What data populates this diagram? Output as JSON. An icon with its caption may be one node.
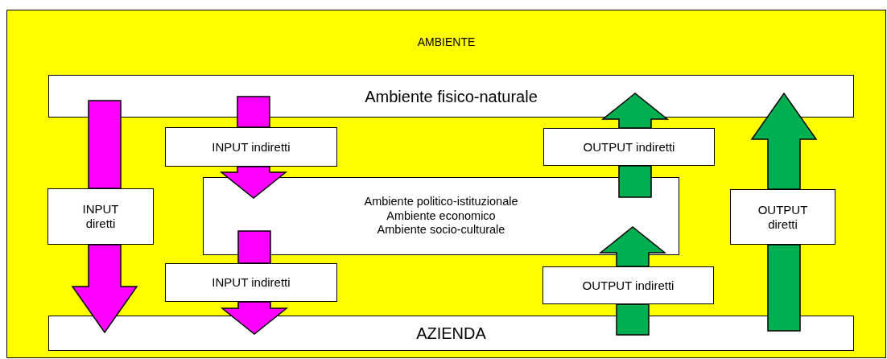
{
  "diagram": {
    "nodes": [
      {
        "text": [
          "AMBIENTE"
        ]
      },
      {
        "text": [
          "Ambiente fisico-naturale"
        ],
        "in": 0
      },
      {
        "text": [
          "INPUT indiretti"
        ],
        "in": 0
      },
      {
        "text": [
          "OUTPUT indiretti"
        ],
        "in": 0
      },
      {
        "text": [
          "Ambiente politico-istituzionale",
          "Ambiente economico",
          "Ambiente socio-culturale"
        ],
        "in": 0
      },
      {
        "text": [
          "INPUT diretti"
        ],
        "in": 0
      },
      {
        "text": [
          "OUTPUT diretti"
        ],
        "in": 0
      },
      {
        "text": [
          "INPUT indiretti"
        ],
        "in": 0
      },
      {
        "text": [
          "OUTPUT indiretti"
        ],
        "in": 0
      },
      {
        "text": [
          "AZIENDA"
        ],
        "in": 0
      }
    ],
    "edges": [
      {
        "from": 1,
        "to": 5,
        "arrow": "none",
        "color": "#ff00ff"
      },
      {
        "from": 5,
        "to": 9,
        "arrow": "to",
        "color": "#ff00ff"
      },
      {
        "from": 1,
        "to": 2,
        "arrow": "none",
        "color": "#ff00ff"
      },
      {
        "from": 2,
        "to": 4,
        "arrow": "to",
        "color": "#ff00ff"
      },
      {
        "from": 4,
        "to": 7,
        "arrow": "none",
        "color": "#ff00ff"
      },
      {
        "from": 7,
        "to": 9,
        "arrow": "to",
        "color": "#ff00ff"
      },
      {
        "from": 9,
        "to": 8,
        "arrow": "none",
        "color": "#00b050"
      },
      {
        "from": 8,
        "to": 4,
        "arrow": "to",
        "color": "#00b050"
      },
      {
        "from": 4,
        "to": 3,
        "arrow": "none",
        "color": "#00b050"
      },
      {
        "from": 3,
        "to": 1,
        "arrow": "to",
        "color": "#00b050"
      },
      {
        "from": 9,
        "to": 6,
        "arrow": "none",
        "color": "#00b050"
      },
      {
        "from": 6,
        "to": 1,
        "arrow": "to",
        "color": "#00b050"
      }
    ]
  }
}
